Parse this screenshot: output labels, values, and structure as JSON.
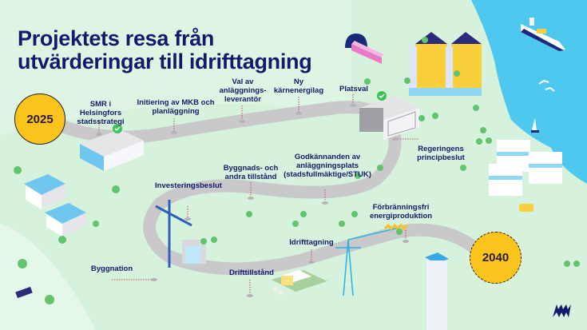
{
  "title": "Projektets resa från\nutvärderingar till idrifttagning",
  "colors": {
    "background": "#d6f2dc",
    "title": "#141a6b",
    "road": "#c9c9cb",
    "milestone_badge": "#fbc41d",
    "sea": "#4fc8ef",
    "logo": "#141a6b"
  },
  "timeline": {
    "start_year": "2025",
    "end_year": "2040"
  },
  "milestones": [
    {
      "label": "SMR i Helsingfors\nstadsstrategi"
    },
    {
      "label": "Initiering av MKB och\nplanläggning"
    },
    {
      "label": "Val av\nanläggnings-\nleverantör"
    },
    {
      "label": "Ny\nkärnenergilag"
    },
    {
      "label": "Platsval"
    },
    {
      "label": "Regeringens\nprincipbeslut"
    },
    {
      "label": "Godkännanden av\nanläggningsplats\n(stadsfullmäktige/STUK)"
    },
    {
      "label": "Byggnads- och\nandra tillstånd"
    },
    {
      "label": "Investeringsbeslut"
    },
    {
      "label": "Byggnation"
    },
    {
      "label": "Drifttillstånd"
    },
    {
      "label": "Idrifttagning"
    },
    {
      "label": "Förbränningsfri\nenergiproduktion"
    }
  ],
  "icons": {
    "checkmark": "check-circle-icon",
    "logo": "brand-zigzag-logo-icon"
  }
}
